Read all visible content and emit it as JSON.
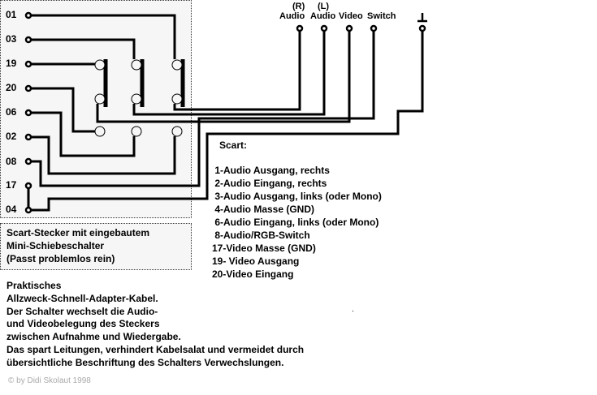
{
  "pins": [
    {
      "id": "01",
      "label": "01"
    },
    {
      "id": "03",
      "label": "03"
    },
    {
      "id": "19",
      "label": "19"
    },
    {
      "id": "20",
      "label": "20"
    },
    {
      "id": "06",
      "label": "06"
    },
    {
      "id": "02",
      "label": "02"
    },
    {
      "id": "08",
      "label": "08"
    },
    {
      "id": "17",
      "label": "17"
    },
    {
      "id": "04",
      "label": "04"
    }
  ],
  "connectors": [
    {
      "top": "(R)",
      "label": "Audio"
    },
    {
      "top": "(L)",
      "label": "Audio"
    },
    {
      "top": "",
      "label": "Video"
    },
    {
      "top": "",
      "label": "Switch"
    },
    {
      "top": "",
      "label": "",
      "icon": "ground-icon"
    }
  ],
  "caption": [
    "Scart-Stecker mit eingebautem",
    "Mini-Schiebeschalter",
    "(Passt problemlos rein)"
  ],
  "legend": {
    "title": "Scart:",
    "items": [
      " 1-Audio Ausgang, rechts",
      " 2-Audio Eingang, rechts",
      " 3-Audio Ausgang, links (oder Mono)",
      " 4-Audio Masse (GND)",
      " 6-Audio Eingang, links (oder Mono)",
      " 8-Audio/RGB-Switch",
      "17-Video Masse (GND)",
      "19- Video Ausgang",
      "20-Video Eingang"
    ]
  },
  "description": [
    "Praktisches",
    "Allzweck-Schnell-Adapter-Kabel.",
    "Der Schalter wechselt die Audio-",
    "und Videobelegung des Steckers",
    "zwischen Aufnahme und Wiedergabe.",
    "Das spart Leitungen, verhindert Kabelsalat und vermeidet durch",
    "übersichtliche Beschriftung des Schalters Verwechslungen."
  ],
  "copyright": "© by Didi Skolaut 1998"
}
